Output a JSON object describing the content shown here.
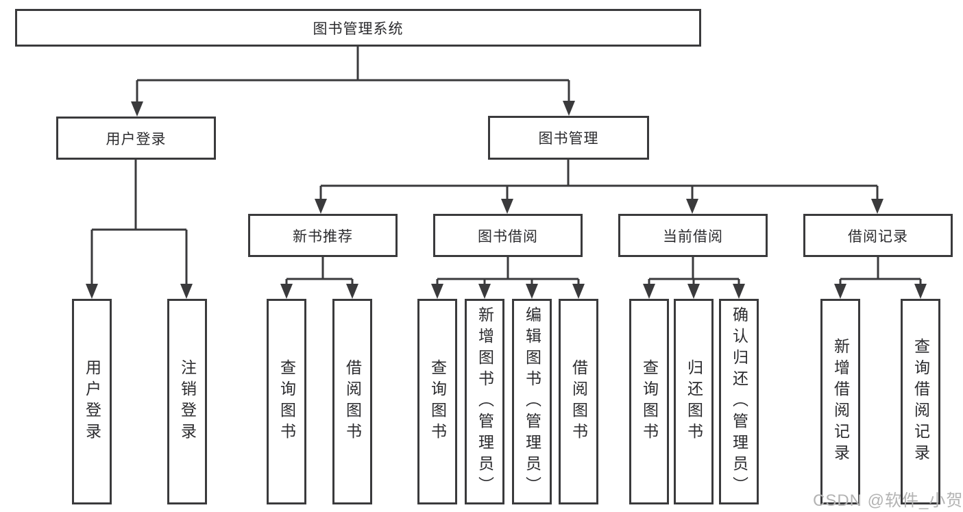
{
  "tree": {
    "root": {
      "label": "图书管理系统"
    },
    "branches": [
      {
        "label": "用户登录",
        "children": [
          {
            "label": "用户登录"
          },
          {
            "label": "注销登录"
          }
        ]
      },
      {
        "label": "图书管理",
        "children": [
          {
            "label": "新书推荐",
            "children": [
              {
                "label": "查询图书"
              },
              {
                "label": "借阅图书"
              }
            ]
          },
          {
            "label": "图书借阅",
            "children": [
              {
                "label": "查询图书"
              },
              {
                "label": "新增图书（管理员）"
              },
              {
                "label": "编辑图书（管理员）"
              },
              {
                "label": "借阅图书"
              }
            ]
          },
          {
            "label": "当前借阅",
            "children": [
              {
                "label": "查询图书"
              },
              {
                "label": "归还图书"
              },
              {
                "label": "确认归还（管理员）"
              }
            ]
          },
          {
            "label": "借阅记录",
            "children": [
              {
                "label": "新增借阅记录"
              },
              {
                "label": "查询借阅记录"
              }
            ]
          }
        ]
      }
    ]
  },
  "watermark": {
    "text": "CSDN @软件_小贺同学"
  },
  "colors": {
    "line": "#3a3a3c",
    "box_border": "#3a3a3c",
    "text": "#2b2b2e",
    "watermark": "#b3b3b3",
    "background": "#ffffff"
  }
}
